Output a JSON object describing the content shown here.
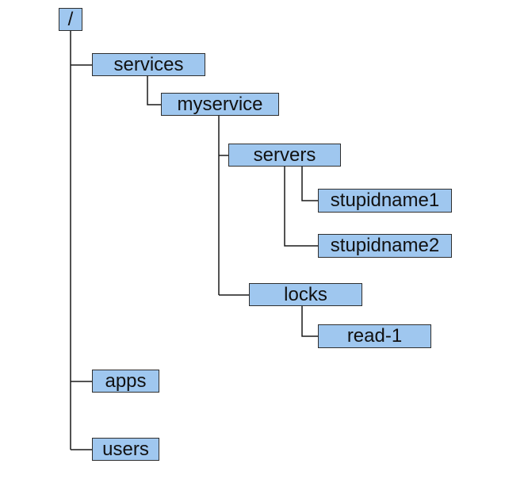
{
  "tree": {
    "root": "/",
    "services": "services",
    "myservice": "myservice",
    "servers": "servers",
    "stupidname1": "stupidname1",
    "stupidname2": "stupidname2",
    "locks": "locks",
    "read1": "read-1",
    "apps": "apps",
    "users": "users"
  },
  "colors": {
    "node_fill": "#9fc7ef",
    "node_border": "#2f2f2f",
    "connector": "#1a1a1a",
    "background": "#ffffff"
  }
}
